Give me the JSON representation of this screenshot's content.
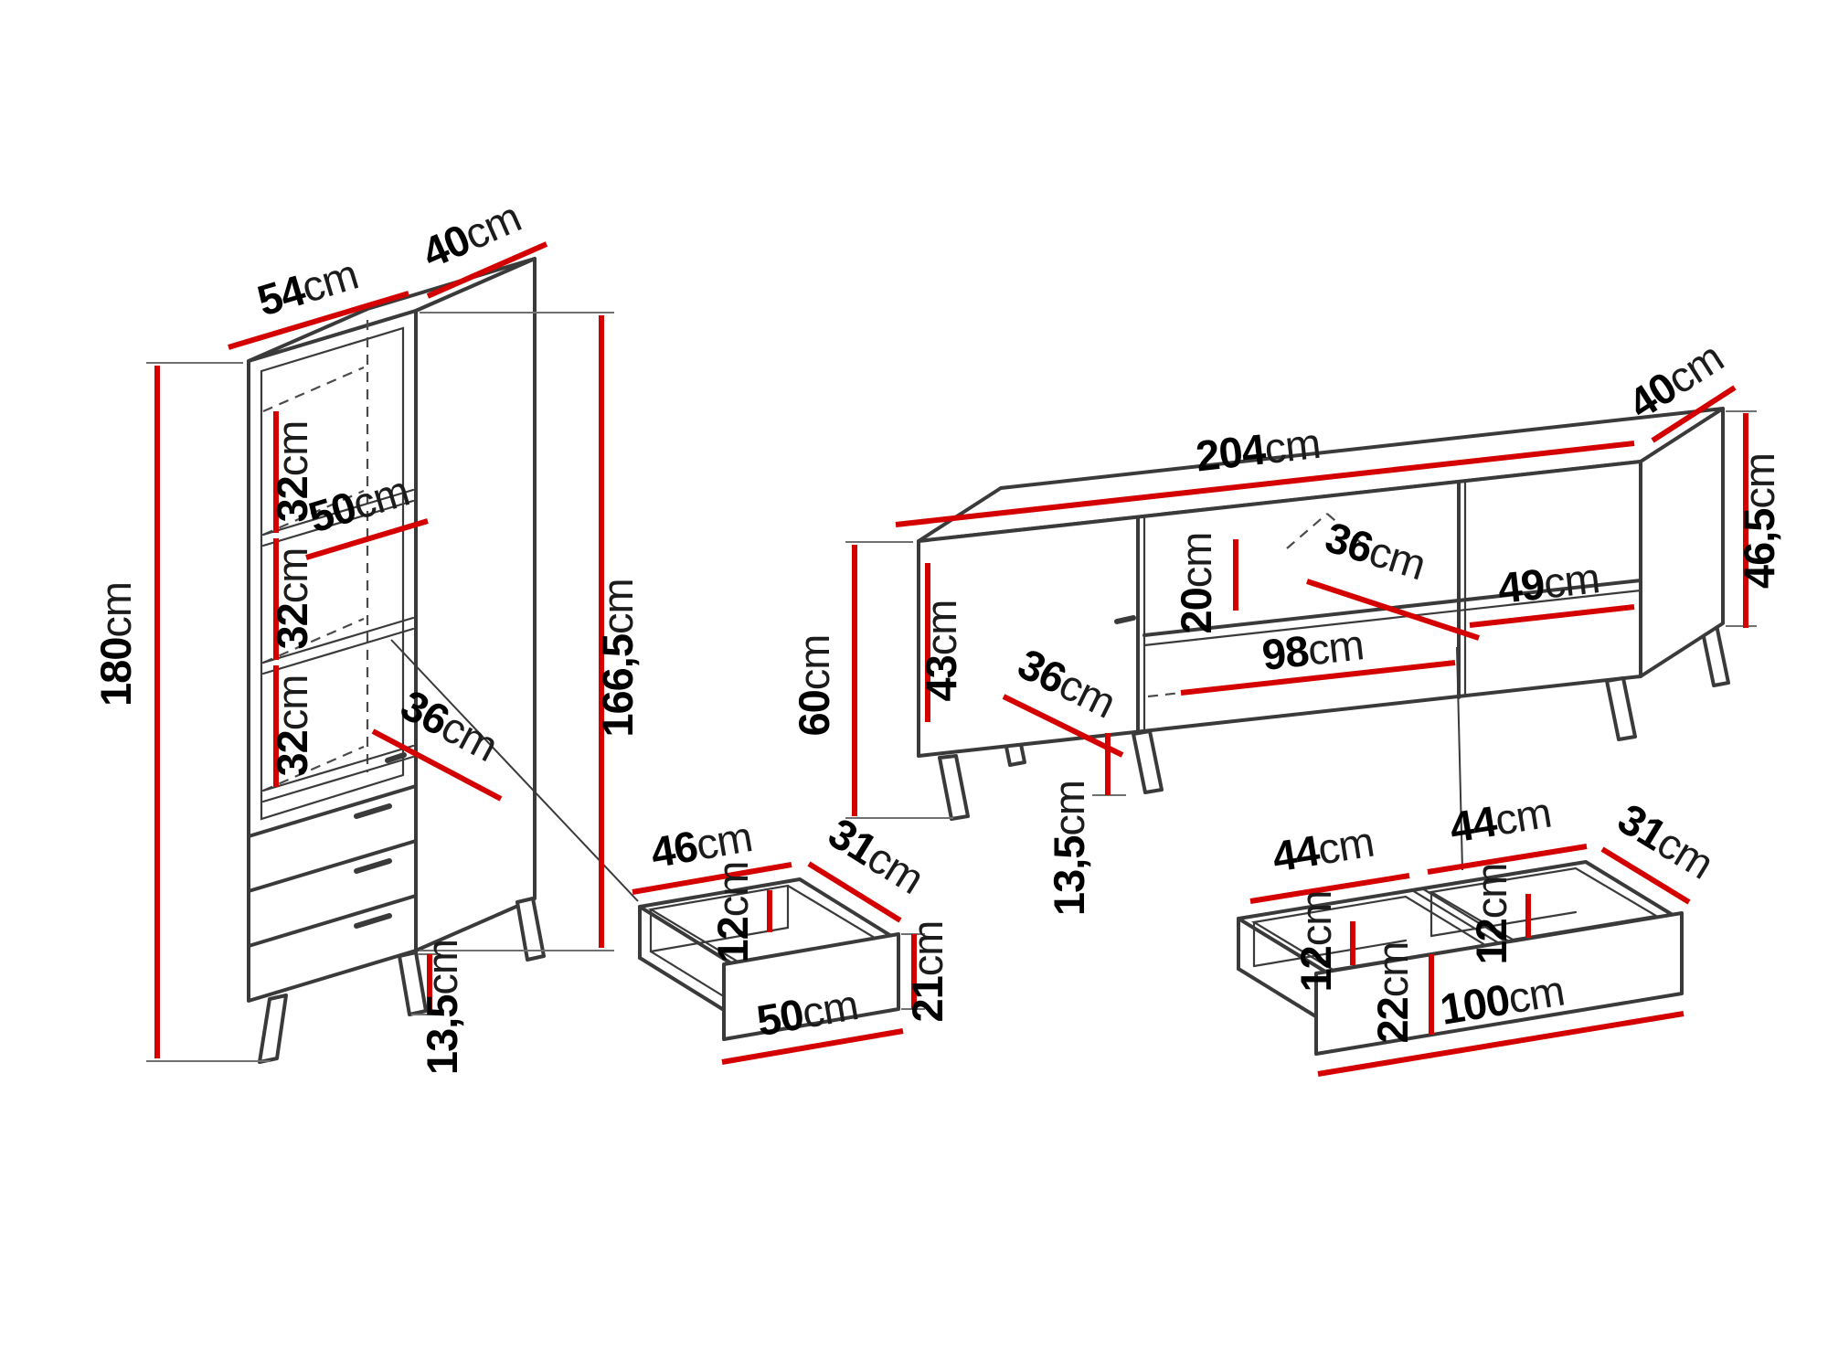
{
  "diagram": {
    "background": "#ffffff",
    "outline_color": "#3a3a3a",
    "dimension_color": "#d40000",
    "label_color": "#000000"
  },
  "cabinet": {
    "labels": {
      "width_top": {
        "value": "54",
        "unit": "cm"
      },
      "depth_top": {
        "value": "40",
        "unit": "cm"
      },
      "height_total": {
        "value": "180",
        "unit": "cm"
      },
      "height_body": {
        "value": "166,5",
        "unit": "cm"
      },
      "shelf_gap_1": {
        "value": "32",
        "unit": "cm"
      },
      "shelf_gap_2": {
        "value": "32",
        "unit": "cm"
      },
      "shelf_gap_3": {
        "value": "32",
        "unit": "cm"
      },
      "shelf_width": {
        "value": "50",
        "unit": "cm"
      },
      "shelf_depth": {
        "value": "36",
        "unit": "cm"
      },
      "leg_height": {
        "value": "13,5",
        "unit": "cm"
      }
    }
  },
  "cabinet_drawer": {
    "labels": {
      "inner_width": {
        "value": "46",
        "unit": "cm"
      },
      "inner_depth": {
        "value": "31",
        "unit": "cm"
      },
      "inner_height": {
        "value": "12",
        "unit": "cm"
      },
      "front_height": {
        "value": "21",
        "unit": "cm"
      },
      "front_width": {
        "value": "50",
        "unit": "cm"
      }
    }
  },
  "tv_stand": {
    "labels": {
      "width_top": {
        "value": "204",
        "unit": "cm"
      },
      "depth_top": {
        "value": "40",
        "unit": "cm"
      },
      "height_total": {
        "value": "60",
        "unit": "cm"
      },
      "inner_height": {
        "value": "43",
        "unit": "cm"
      },
      "niche_height": {
        "value": "20",
        "unit": "cm"
      },
      "shelf_depth": {
        "value": "36",
        "unit": "cm"
      },
      "niche_width": {
        "value": "98",
        "unit": "cm"
      },
      "right_niche_width": {
        "value": "49",
        "unit": "cm"
      },
      "body_height": {
        "value": "46,5",
        "unit": "cm"
      },
      "door_depth": {
        "value": "36",
        "unit": "cm"
      },
      "leg_height": {
        "value": "13,5",
        "unit": "cm"
      }
    }
  },
  "tv_drawer": {
    "labels": {
      "left_inner_width": {
        "value": "44",
        "unit": "cm"
      },
      "right_inner_width": {
        "value": "44",
        "unit": "cm"
      },
      "inner_depth": {
        "value": "31",
        "unit": "cm"
      },
      "left_inner_height": {
        "value": "12",
        "unit": "cm"
      },
      "right_inner_height": {
        "value": "12",
        "unit": "cm"
      },
      "front_height": {
        "value": "22",
        "unit": "cm"
      },
      "front_width": {
        "value": "100",
        "unit": "cm"
      }
    }
  }
}
